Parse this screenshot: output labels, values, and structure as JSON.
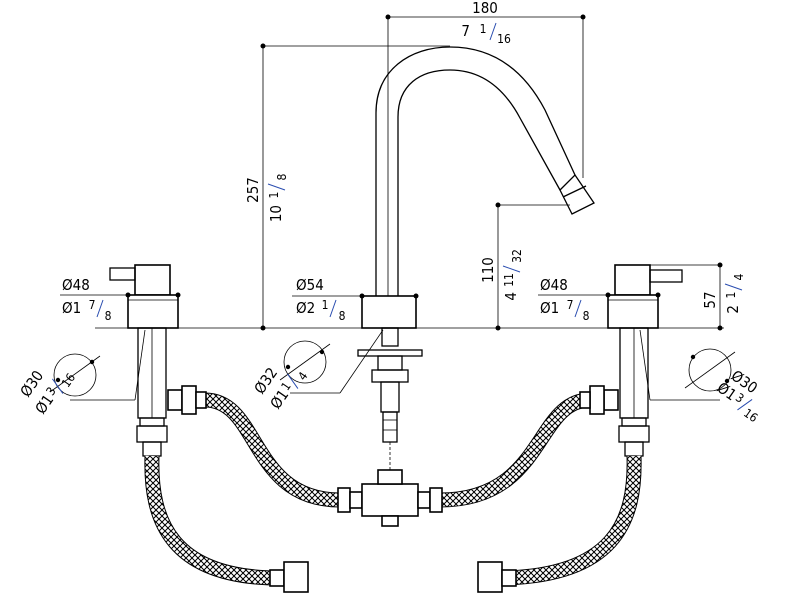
{
  "dimensions": {
    "spout_reach": {
      "mm": "180",
      "in_whole": "7",
      "in_num": "1",
      "in_den": "16"
    },
    "spout_height": {
      "mm": "257",
      "in_whole": "10",
      "in_num": "1",
      "in_den": "8"
    },
    "outlet_height": {
      "mm": "110",
      "in_whole": "4",
      "in_num": "11",
      "in_den": "32"
    },
    "handle_height": {
      "mm": "57",
      "in_whole": "2",
      "in_num": "1",
      "in_den": "4"
    },
    "handle_left_dia": {
      "mm": "Ø48",
      "in_whole": "Ø1",
      "in_num": "7",
      "in_den": "8"
    },
    "spout_base_dia": {
      "mm": "Ø54",
      "in_whole": "Ø2",
      "in_num": "1",
      "in_den": "8"
    },
    "handle_right_dia": {
      "mm": "Ø48",
      "in_whole": "Ø1",
      "in_num": "7",
      "in_den": "8"
    },
    "hole_left": {
      "mm": "Ø30",
      "in_whole": "Ø1",
      "in_num": "3",
      "in_den": "16"
    },
    "hole_center": {
      "mm": "Ø32",
      "in_whole": "Ø1",
      "in_num": "1",
      "in_den": "4"
    },
    "hole_right": {
      "mm": "Ø30",
      "in_whole": "Ø1",
      "in_num": "3",
      "in_den": "16"
    }
  }
}
